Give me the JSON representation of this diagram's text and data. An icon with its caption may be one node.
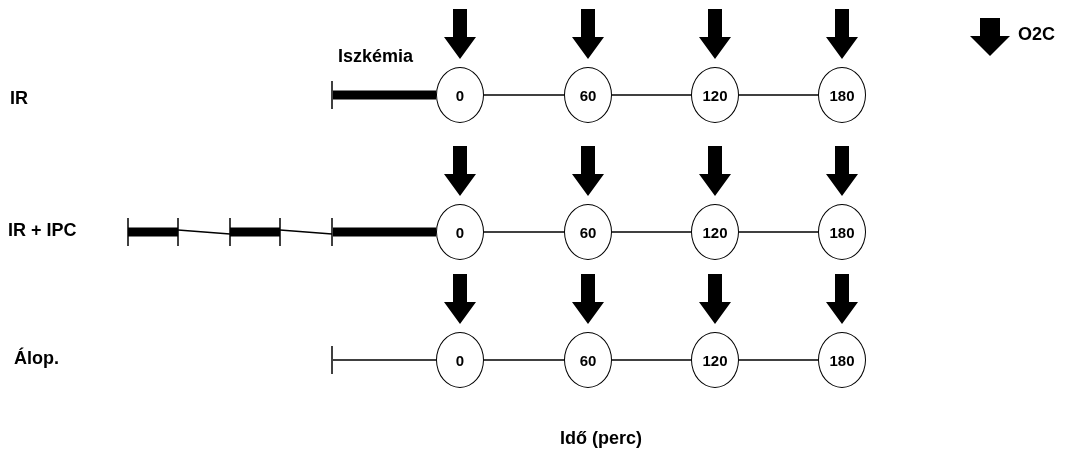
{
  "diagram": {
    "nodes": [
      {
        "text": [
          "0"
        ]
      },
      {
        "text": [
          "60"
        ]
      },
      {
        "text": [
          "120"
        ]
      },
      {
        "text": [
          "180"
        ]
      },
      {
        "text": [
          "0"
        ]
      },
      {
        "text": [
          "60"
        ]
      },
      {
        "text": [
          "120"
        ]
      },
      {
        "text": [
          "180"
        ]
      },
      {
        "text": [
          "0"
        ]
      },
      {
        "text": [
          "60"
        ]
      },
      {
        "text": [
          "120"
        ]
      },
      {
        "text": [
          "180"
        ]
      },
      {
        "text": [],
        "shape": "bar"
      }
    ],
    "edges": [
      {
        "from": null,
        "to": 0,
        "arrow": "none",
        "style": "thick"
      },
      {
        "from": 0,
        "to": 1,
        "arrow": "none"
      },
      {
        "from": 1,
        "to": 2,
        "arrow": "none"
      },
      {
        "from": 2,
        "to": 3,
        "arrow": "none"
      },
      {
        "from": 12,
        "to": 4,
        "arrow": "none",
        "style": "thick"
      },
      {
        "from": 4,
        "to": 5,
        "arrow": "none"
      },
      {
        "from": 5,
        "to": 6,
        "arrow": "none"
      },
      {
        "from": 6,
        "to": 7,
        "arrow": "none"
      },
      {
        "from": null,
        "to": 8,
        "arrow": "none"
      },
      {
        "from": 8,
        "to": 9,
        "arrow": "none"
      },
      {
        "from": 9,
        "to": 10,
        "arrow": "none"
      },
      {
        "from": 10,
        "to": 11,
        "arrow": "none"
      },
      {
        "from": null,
        "to": 0,
        "arrow": "to"
      },
      {
        "from": null,
        "to": 1,
        "arrow": "to"
      },
      {
        "from": null,
        "to": 2,
        "arrow": "to"
      },
      {
        "from": null,
        "to": 3,
        "arrow": "to"
      },
      {
        "from": null,
        "to": 4,
        "arrow": "to"
      },
      {
        "from": null,
        "to": 5,
        "arrow": "to"
      },
      {
        "from": null,
        "to": 6,
        "arrow": "to"
      },
      {
        "from": null,
        "to": 7,
        "arrow": "to"
      },
      {
        "from": null,
        "to": 8,
        "arrow": "to"
      },
      {
        "from": null,
        "to": 9,
        "arrow": "to"
      },
      {
        "from": null,
        "to": 10,
        "arrow": "to"
      },
      {
        "from": null,
        "to": 11,
        "arrow": "to"
      }
    ],
    "labels": [
      "Iszkémia",
      "IR",
      "IR + IPC",
      "Álop.",
      "Idő (perc)"
    ],
    "legend": [
      {
        "text": "O2C"
      }
    ]
  }
}
